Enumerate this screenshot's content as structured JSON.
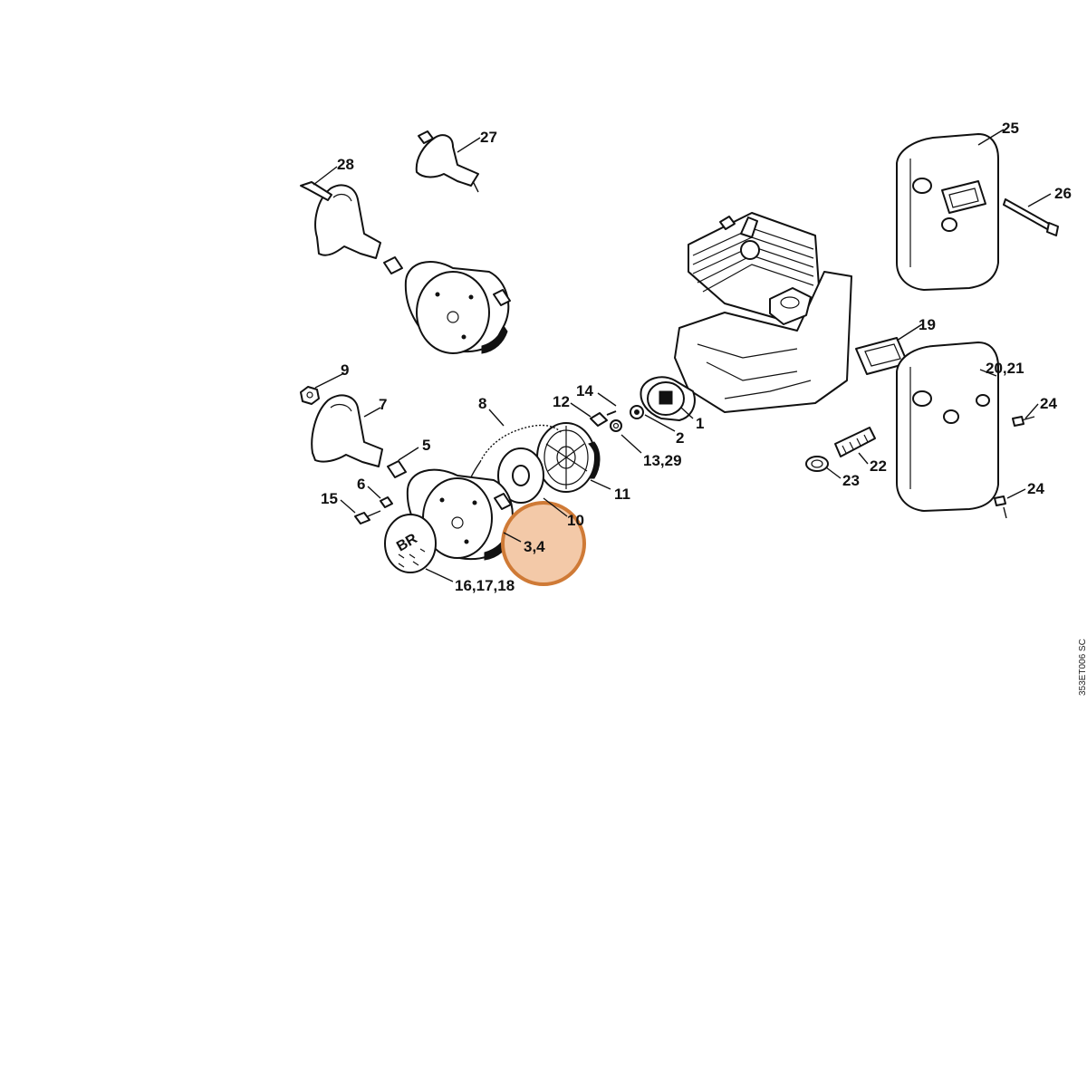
{
  "diagram": {
    "drawing_code": "353ET006 SC",
    "highlight_color": "#f3c9a8",
    "highlight_stroke": "#cf7a36",
    "highlighted_callout": "3,4",
    "callouts": [
      {
        "id": "c1",
        "text": "1"
      },
      {
        "id": "c2",
        "text": "2"
      },
      {
        "id": "c3",
        "text": "3,4"
      },
      {
        "id": "c5",
        "text": "5"
      },
      {
        "id": "c6",
        "text": "6"
      },
      {
        "id": "c7",
        "text": "7"
      },
      {
        "id": "c8",
        "text": "8"
      },
      {
        "id": "c9",
        "text": "9"
      },
      {
        "id": "c10",
        "text": "10"
      },
      {
        "id": "c11",
        "text": "11"
      },
      {
        "id": "c12",
        "text": "12"
      },
      {
        "id": "c13",
        "text": "13,29"
      },
      {
        "id": "c14",
        "text": "14"
      },
      {
        "id": "c15",
        "text": "15"
      },
      {
        "id": "c16",
        "text": "16,17,18"
      },
      {
        "id": "c19",
        "text": "19"
      },
      {
        "id": "c20",
        "text": "20,21"
      },
      {
        "id": "c22",
        "text": "22"
      },
      {
        "id": "c23",
        "text": "23"
      },
      {
        "id": "c24a",
        "text": "24"
      },
      {
        "id": "c24b",
        "text": "24"
      },
      {
        "id": "c25",
        "text": "25"
      },
      {
        "id": "c26",
        "text": "26"
      },
      {
        "id": "c27",
        "text": "27"
      },
      {
        "id": "c28",
        "text": "28"
      }
    ],
    "logo_text": "BR"
  }
}
